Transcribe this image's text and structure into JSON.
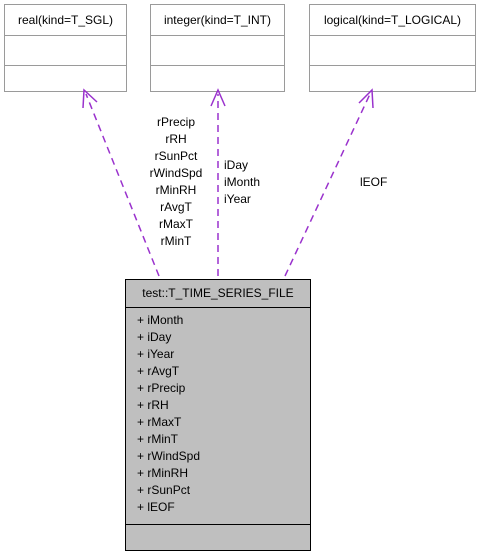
{
  "classes": {
    "real": {
      "name": "real(kind=T_SGL)"
    },
    "integer": {
      "name": "integer(kind=T_INT)"
    },
    "logical": {
      "name": "logical(kind=T_LOGICAL)"
    }
  },
  "main_class": {
    "name": "test::T_TIME_SERIES_FILE",
    "attributes": [
      "+ iMonth",
      "+ iDay",
      "+ iYear",
      "+ rAvgT",
      "+ rPrecip",
      "+ rRH",
      "+ rMaxT",
      "+ rMinT",
      "+ rWindSpd",
      "+ rMinRH",
      "+ rSunPct",
      "+ lEOF"
    ]
  },
  "edges": {
    "real_labels": [
      "rPrecip",
      "rRH",
      "rSunPct",
      "rWindSpd",
      "rMinRH",
      "rAvgT",
      "rMaxT",
      "rMinT"
    ],
    "integer_labels": [
      "iDay",
      "iMonth",
      "iYear"
    ],
    "logical_labels": [
      "lEOF"
    ]
  },
  "colors": {
    "edge": "#9a32cd",
    "main_fill": "#bfbfbf",
    "box_border": "#9a9a9a"
  }
}
